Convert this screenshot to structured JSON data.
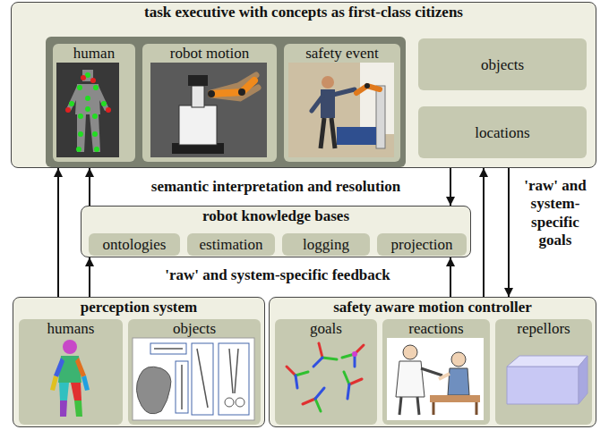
{
  "diagram": {
    "nodes": [
      {
        "text": [
          "task executive with concepts as first-class citizens"
        ]
      },
      {
        "text": [
          "human"
        ],
        "in": 0
      },
      {
        "text": [
          "robot motion"
        ],
        "in": 0
      },
      {
        "text": [
          "safety event"
        ],
        "in": 0
      },
      {
        "text": [
          "objects"
        ],
        "in": 0
      },
      {
        "text": [
          "locations"
        ],
        "in": 0
      },
      {
        "text": [
          "robot knowledge bases"
        ]
      },
      {
        "text": [
          "ontologies"
        ],
        "in": 6
      },
      {
        "text": [
          "estimation"
        ],
        "in": 6
      },
      {
        "text": [
          "logging"
        ],
        "in": 6
      },
      {
        "text": [
          "projection"
        ],
        "in": 6
      },
      {
        "text": [
          "perception system"
        ]
      },
      {
        "text": [
          "humans"
        ],
        "in": 11
      },
      {
        "text": [
          "objects"
        ],
        "in": 11
      },
      {
        "text": [
          "safety aware motion controller"
        ]
      },
      {
        "text": [
          "goals"
        ],
        "in": 14
      },
      {
        "text": [
          "reactions"
        ],
        "in": 14
      },
      {
        "text": [
          "repellors"
        ],
        "in": 14
      }
    ],
    "edges": [
      {
        "from": 11,
        "to": 0,
        "arrow": "to"
      },
      {
        "from": 11,
        "to": 6,
        "arrow": "to"
      },
      {
        "from": 6,
        "to": 0,
        "arrow": "to"
      },
      {
        "from": 0,
        "to": 6,
        "arrow": "to"
      },
      {
        "from": 14,
        "to": 6,
        "arrow": "to"
      },
      {
        "from": 14,
        "to": 0,
        "arrow": "to"
      },
      {
        "from": 0,
        "to": 14,
        "arrow": "to"
      }
    ],
    "labels": [
      "semantic interpretation and resolution",
      "'raw' and system-specific feedback",
      "'raw' and system-specific goals"
    ]
  }
}
